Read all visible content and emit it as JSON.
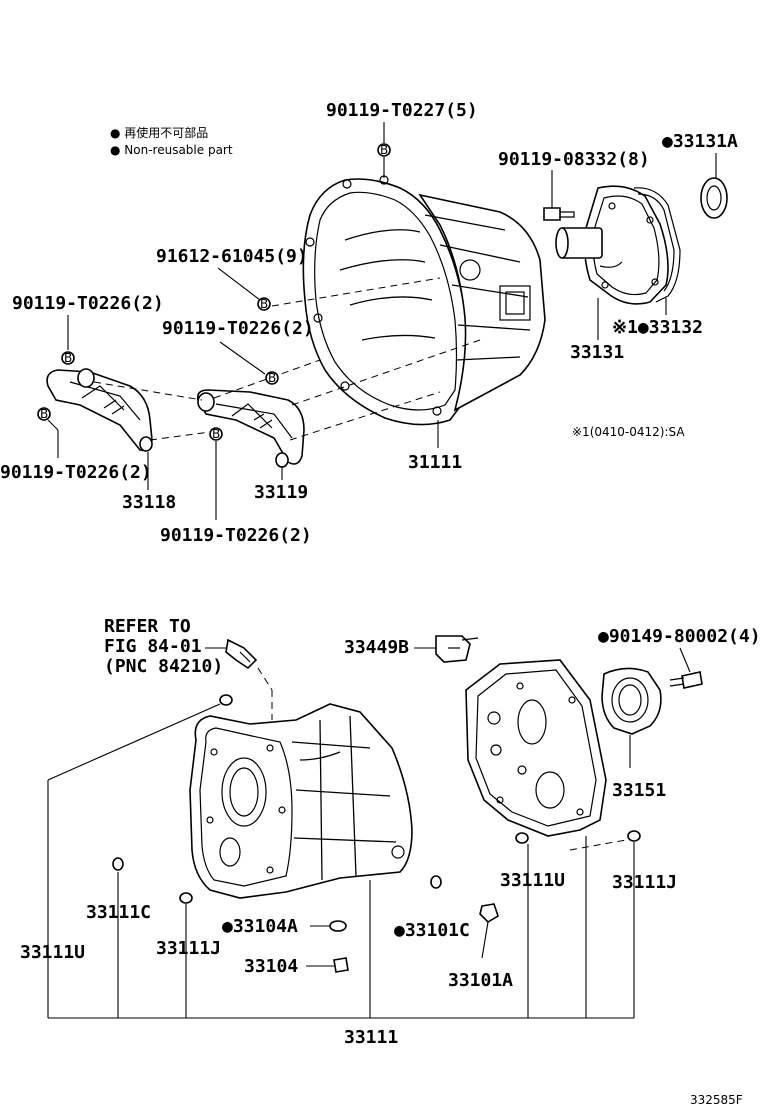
{
  "legend": {
    "line1": "● 再使用不可部品",
    "line2": "● Non-reusable part"
  },
  "labels": {
    "p_90119_T0227": "90119-T0227(5)",
    "p_90119_08332": "90119-08332(8)",
    "p_33131A": "●33131A",
    "p_91612_61045": "91612-61045(9)",
    "p_90119_T0226_a": "90119-T0226(2)",
    "p_90119_T0226_b": "90119-T0226(2)",
    "p_90119_T0226_c": "90119-T0226(2)",
    "p_90119_T0226_d": "90119-T0226(2)",
    "p_33132": "※1●33132",
    "p_33131": "33131",
    "p_31111": "31111",
    "p_33118": "33118",
    "p_33119": "33119",
    "note_sa": "※1(0410-0412):SA",
    "refer1": "REFER TO",
    "refer2": "FIG 84-01",
    "refer3": "(PNC 84210)",
    "p_33449B": "33449B",
    "p_90149_80002": "●90149-80002(4)",
    "p_33151": "33151",
    "p_33111U_r": "33111U",
    "p_33111J_r": "33111J",
    "p_33111C": "33111C",
    "p_33111U_l": "33111U",
    "p_33111J_l": "33111J",
    "p_33104A": "●33104A",
    "p_33104": "33104",
    "p_33101C": "●33101C",
    "p_33101A": "33101A",
    "p_33111": "33111",
    "figure_code": "332585F"
  },
  "bolt_marker": "B"
}
